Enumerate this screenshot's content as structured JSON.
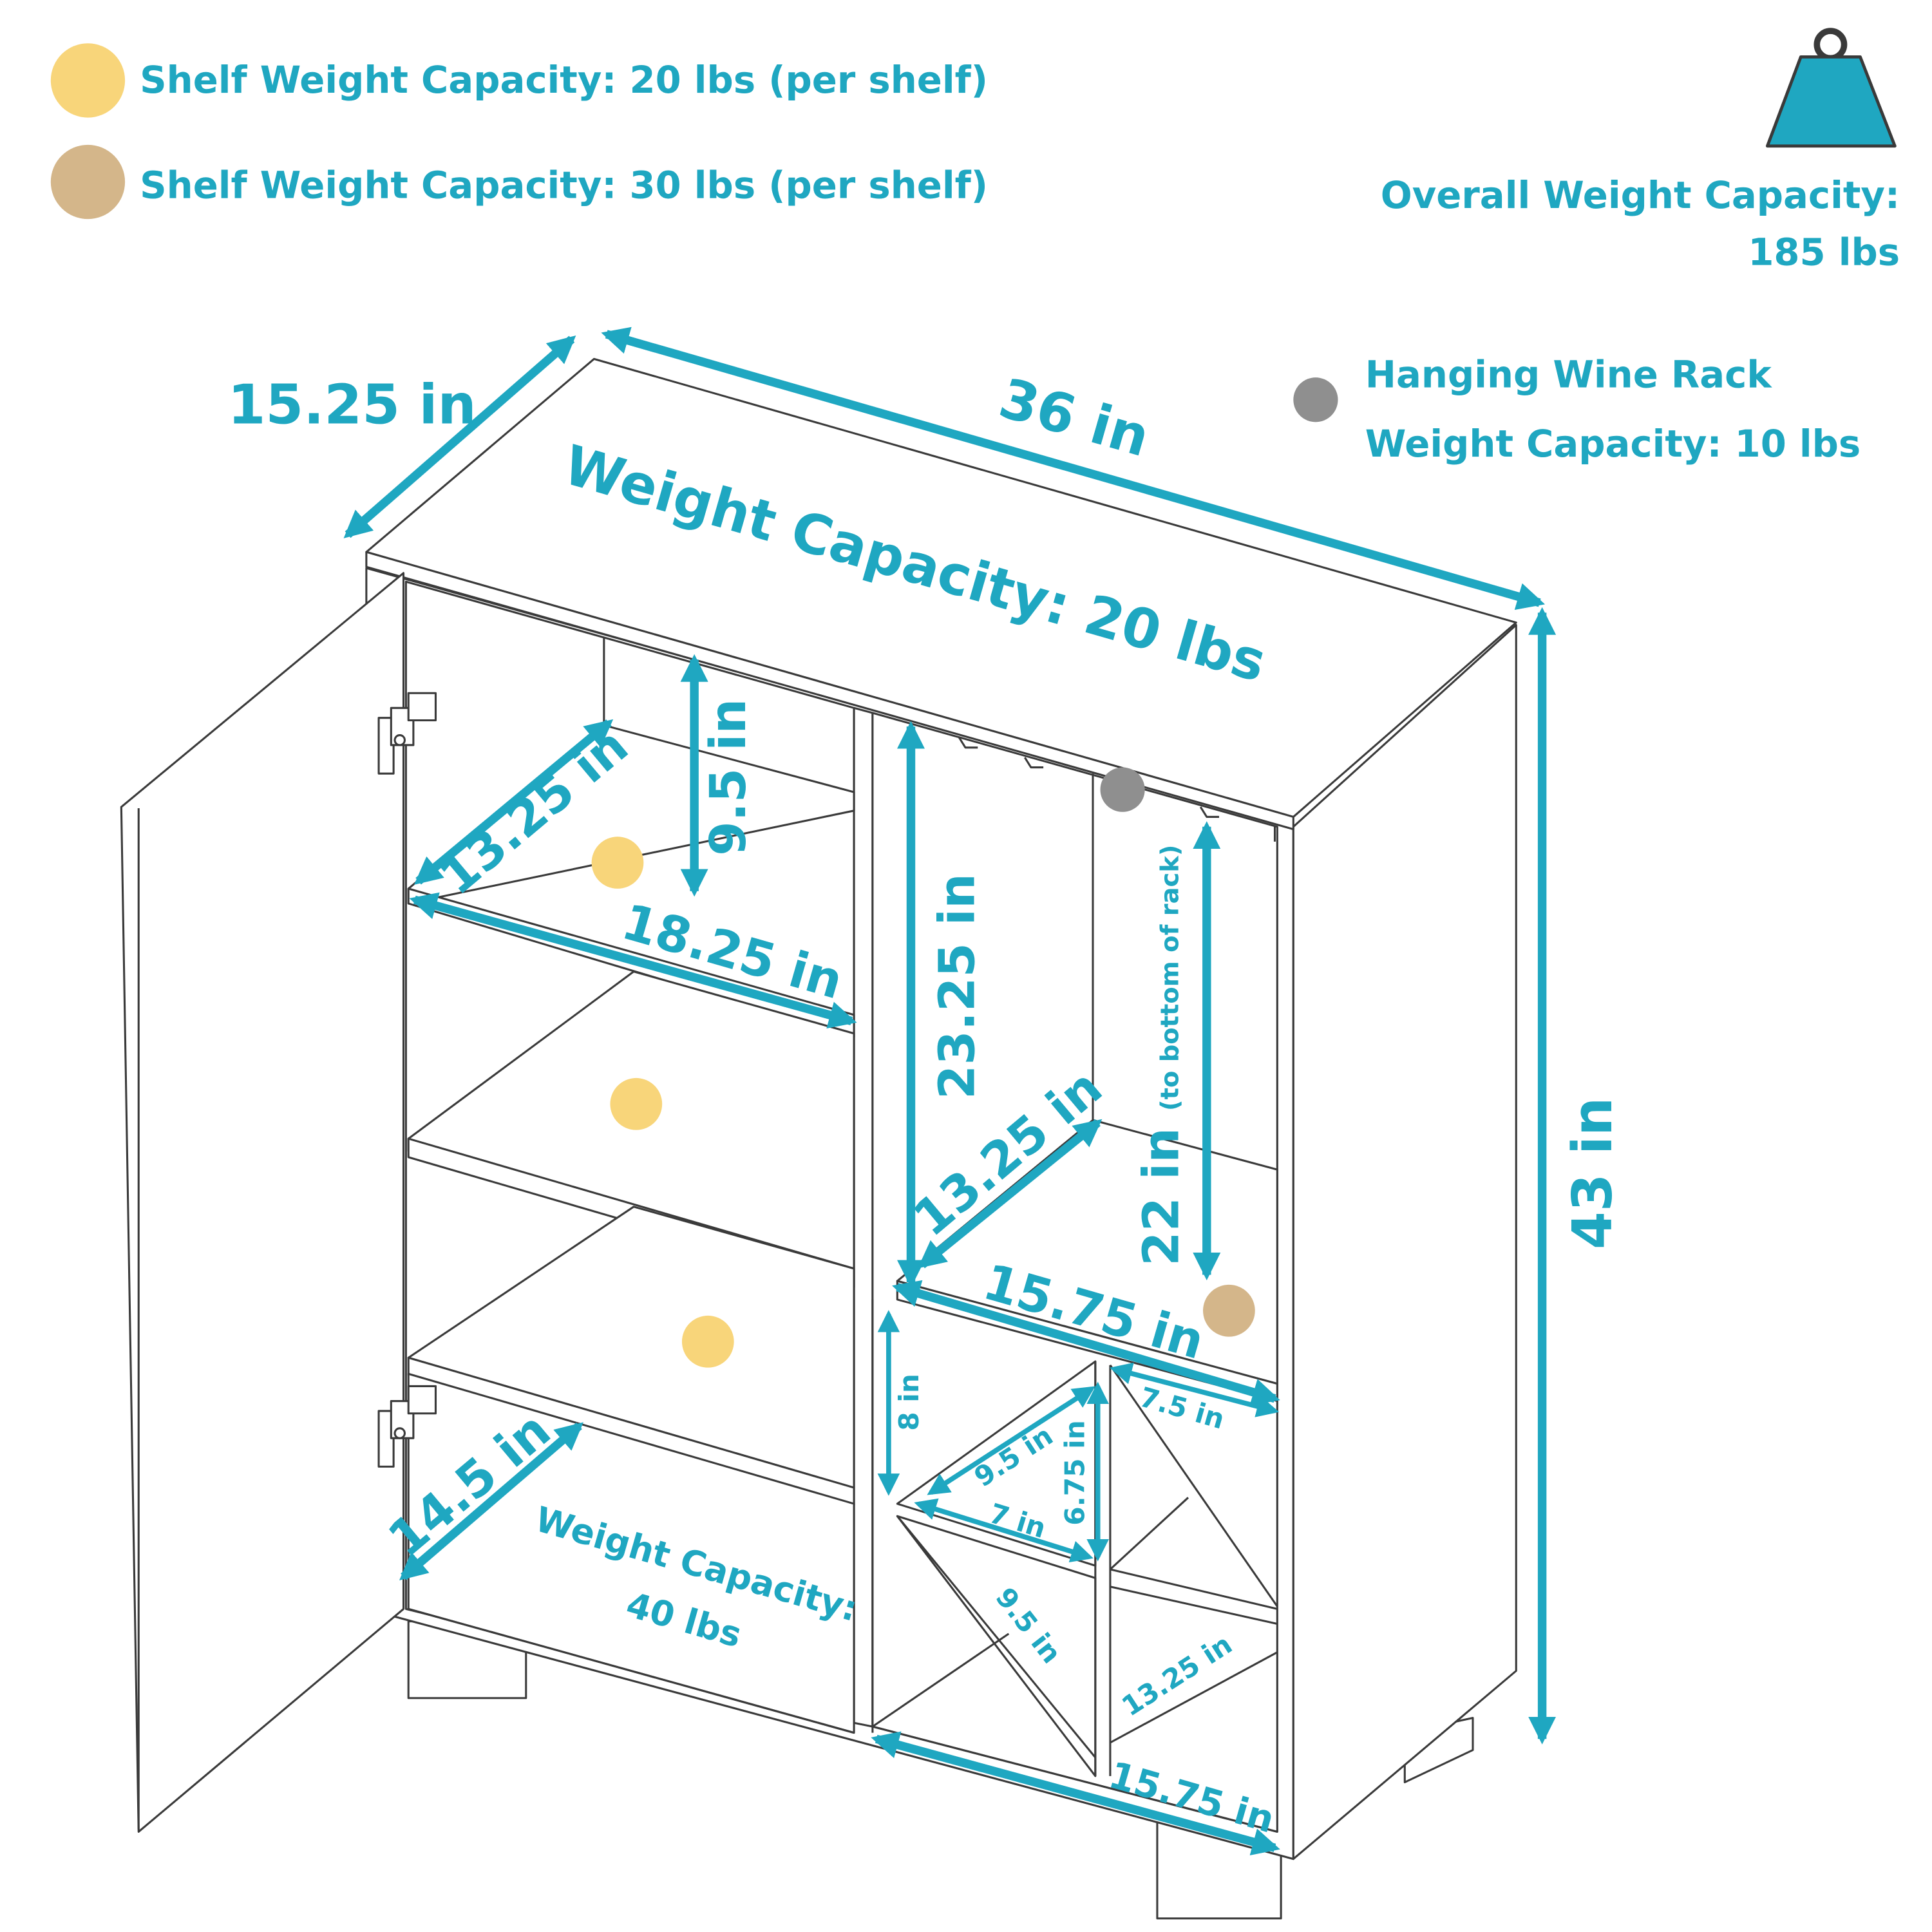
{
  "colors": {
    "accent": "#1fa7c1",
    "line": "#3a3a3a",
    "shelf20": "#f8d57a",
    "shelf30": "#d4b68a",
    "rack": "#8f8f8f"
  },
  "legend": {
    "shelf20": "Shelf Weight Capacity: 20 lbs (per shelf)",
    "shelf30": "Shelf Weight Capacity: 30 lbs (per shelf)",
    "overall_line1": "Overall Weight Capacity:",
    "overall_line2": "185 lbs",
    "rack_line1": "Hanging Wine Rack",
    "rack_line2": "Weight Capacity: 10 lbs",
    "weight_icon": "weight-icon"
  },
  "dimensions": {
    "depth_top": "15.25 in",
    "width_top": "36 in",
    "top_capacity": "Weight Capacity: 20 lbs",
    "height": "43 in",
    "upper_shelf_height": "9.5 in",
    "upper_shelf_depth": "13.25 in",
    "left_width": "18.25 in",
    "right_height": "23.25 in",
    "right_depth": "13.25 in",
    "rack_height": "22 in",
    "rack_note": "(to bottom of rack)",
    "right_width": "15.75 in",
    "bottom_depth": "14.5 in",
    "bottom_capacity_line1": "Weight Capacity:",
    "bottom_capacity_line2": "40 lbs",
    "cube_height": "8 in",
    "cube_width": "7.5 in",
    "diamond_side": "9.5 in",
    "diamond_height": "6.75 in",
    "diamond_width": "7 in",
    "diamond_lower_side": "9.5 in",
    "cube_depth": "13.25 in",
    "bottom_width": "15.75 in"
  }
}
